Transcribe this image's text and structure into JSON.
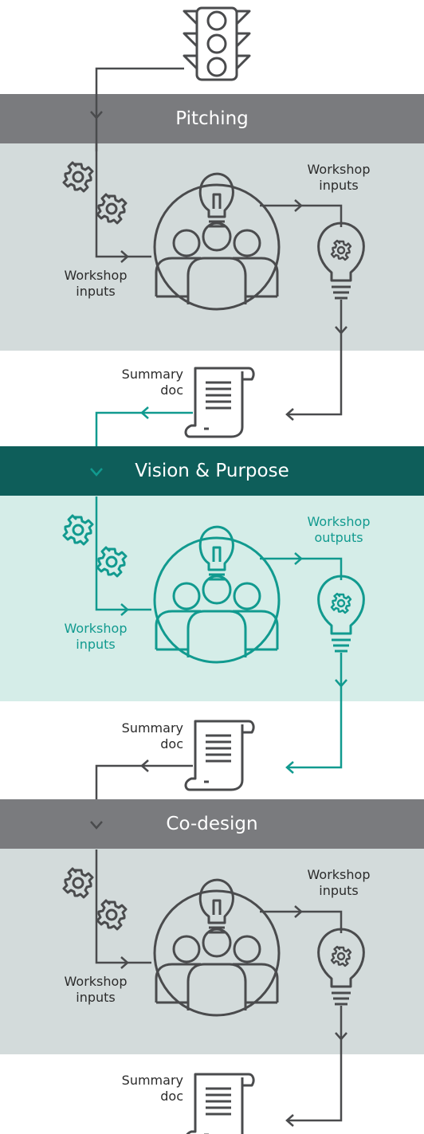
{
  "colors": {
    "grey_banner": "#7a7b7e",
    "grey_panel": "#d3dbdb",
    "teal_banner": "#0e5e5a",
    "teal_panel": "#d5ede8",
    "line_grey": "#4a4b4d",
    "line_teal": "#119a8f"
  },
  "icons": {
    "start": "traffic-light-icon",
    "gears": "gears-icon",
    "team": "team-idea-icon",
    "bulb": "lightbulb-gear-icon",
    "doc": "scroll-document-icon"
  },
  "stages": [
    {
      "title": "Pitching",
      "input_line1": "Workshop",
      "input_line2": "inputs",
      "output_line1": "Workshop",
      "output_line2": "inputs",
      "summary_line1": "Summary",
      "summary_line2": "doc"
    },
    {
      "title": "Vision & Purpose",
      "input_line1": "Workshop",
      "input_line2": "inputs",
      "output_line1": "Workshop",
      "output_line2": "outputs",
      "summary_line1": "Summary",
      "summary_line2": "doc"
    },
    {
      "title": "Co-design",
      "input_line1": "Workshop",
      "input_line2": "inputs",
      "output_line1": "Workshop",
      "output_line2": "inputs",
      "summary_line1": "Summary",
      "summary_line2": "doc"
    }
  ]
}
